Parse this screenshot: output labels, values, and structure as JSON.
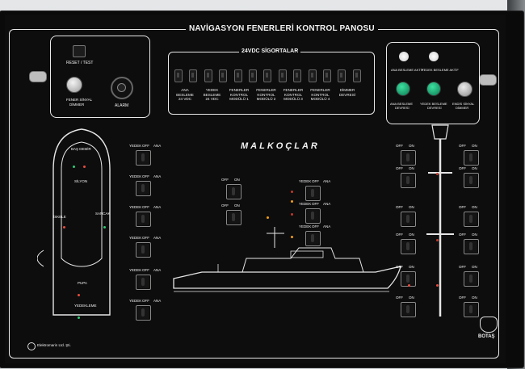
{
  "panel": {
    "title": "NAVİGASYON FENERLERİ KONTROL PANOSU",
    "ship_name": "MALKOÇLAR",
    "maker": "Elektromarin Ltd. Şti.",
    "owner": "BOTAŞ"
  },
  "left_box": {
    "reset_label": "RESET / TEST",
    "dimmer_label_1": "FENER SİNYAL",
    "dimmer_label_2": "DİMMER",
    "alarm_label": "ALARM"
  },
  "fuses": {
    "header": "24VDC SİGORTALAR",
    "labels": [
      [
        "ANA",
        "BESLEME",
        "24 VDC"
      ],
      [
        "YEDEK",
        "BESLEME",
        "24 VDC"
      ],
      [
        "FENERLER",
        "KONTROL",
        "MODÜLÜ 1"
      ],
      [
        "FENERLER",
        "KONTROL",
        "MODÜLÜ 2"
      ],
      [
        "FENERLER",
        "KONTROL",
        "MODÜLÜ 3"
      ],
      [
        "FENERLER",
        "KONTROL",
        "MODÜLÜ 4"
      ],
      [
        "DİMMER",
        "DEVRESİ",
        ""
      ]
    ]
  },
  "right_box": {
    "lamp1": "ANA BESLEME AKTİF",
    "lamp2": "YEDEK BESLEME AKTİF",
    "btn1_1": "ANA BESLEME",
    "btn1_2": "DEVRESİ",
    "btn2_1": "YEDEK BESLEME",
    "btn2_2": "DEVRESİ",
    "knob_1": "ENDİS SİNYAL",
    "knob_2": "DİMMER"
  },
  "hull_lights": {
    "bas_demir": "BAŞ DEMİR",
    "silyon": "SİLYON",
    "iskele": "İSKELE",
    "sancak": "SANCAK",
    "pupa": "PUPA",
    "yedekleme": "YEDEKLEME",
    "yedek": "YEDEK",
    "ana": "ANA"
  },
  "switch_labels": {
    "yedek": "YEDEK",
    "off": "OFF",
    "ana": "ANA",
    "on": "ON"
  }
}
